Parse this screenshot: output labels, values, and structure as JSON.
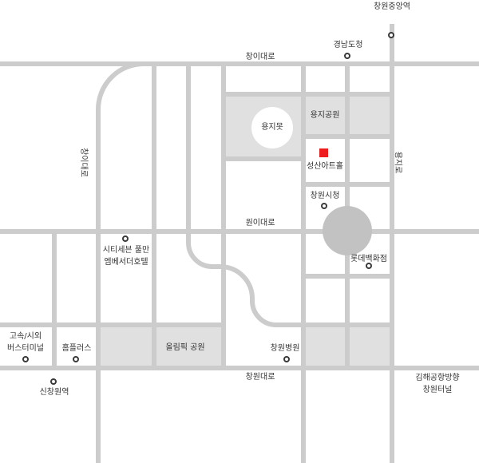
{
  "colors": {
    "road": "#cccccc",
    "block": "#e0e0e0",
    "rotary": "#c2c2c2",
    "target": "#ee1c1c",
    "text": "#333333"
  },
  "roads": {
    "changi_daero": "창이대로",
    "changi_daero_vertical": "창이대로",
    "wonyi_daero": "원이대로",
    "changwon_daero": "창원대로",
    "yongjiro": "용지로"
  },
  "places": {
    "yongji_pond": "용지못",
    "yongji_park": "용지공원",
    "target": "성산아트홀",
    "city_hall": "창원시청",
    "lotte": "롯데백화점",
    "city_seven": [
      "시티세븐 풀만",
      "엠베서더호텔"
    ],
    "olympic_park": "올림픽 공원",
    "hospital": "창원병원",
    "homeplus": "홈플러스",
    "bus_terminal": [
      "고속/시외",
      "버스터미널"
    ],
    "sinchangwon": "신창원역",
    "gimhae": [
      "김해공항방향",
      "창원터널"
    ],
    "gyeongnam_office": "경남도청",
    "changwon_jungang": "창원중앙역"
  },
  "icons": {
    "poi": "station-circle-icon",
    "target": "red-square-icon"
  }
}
